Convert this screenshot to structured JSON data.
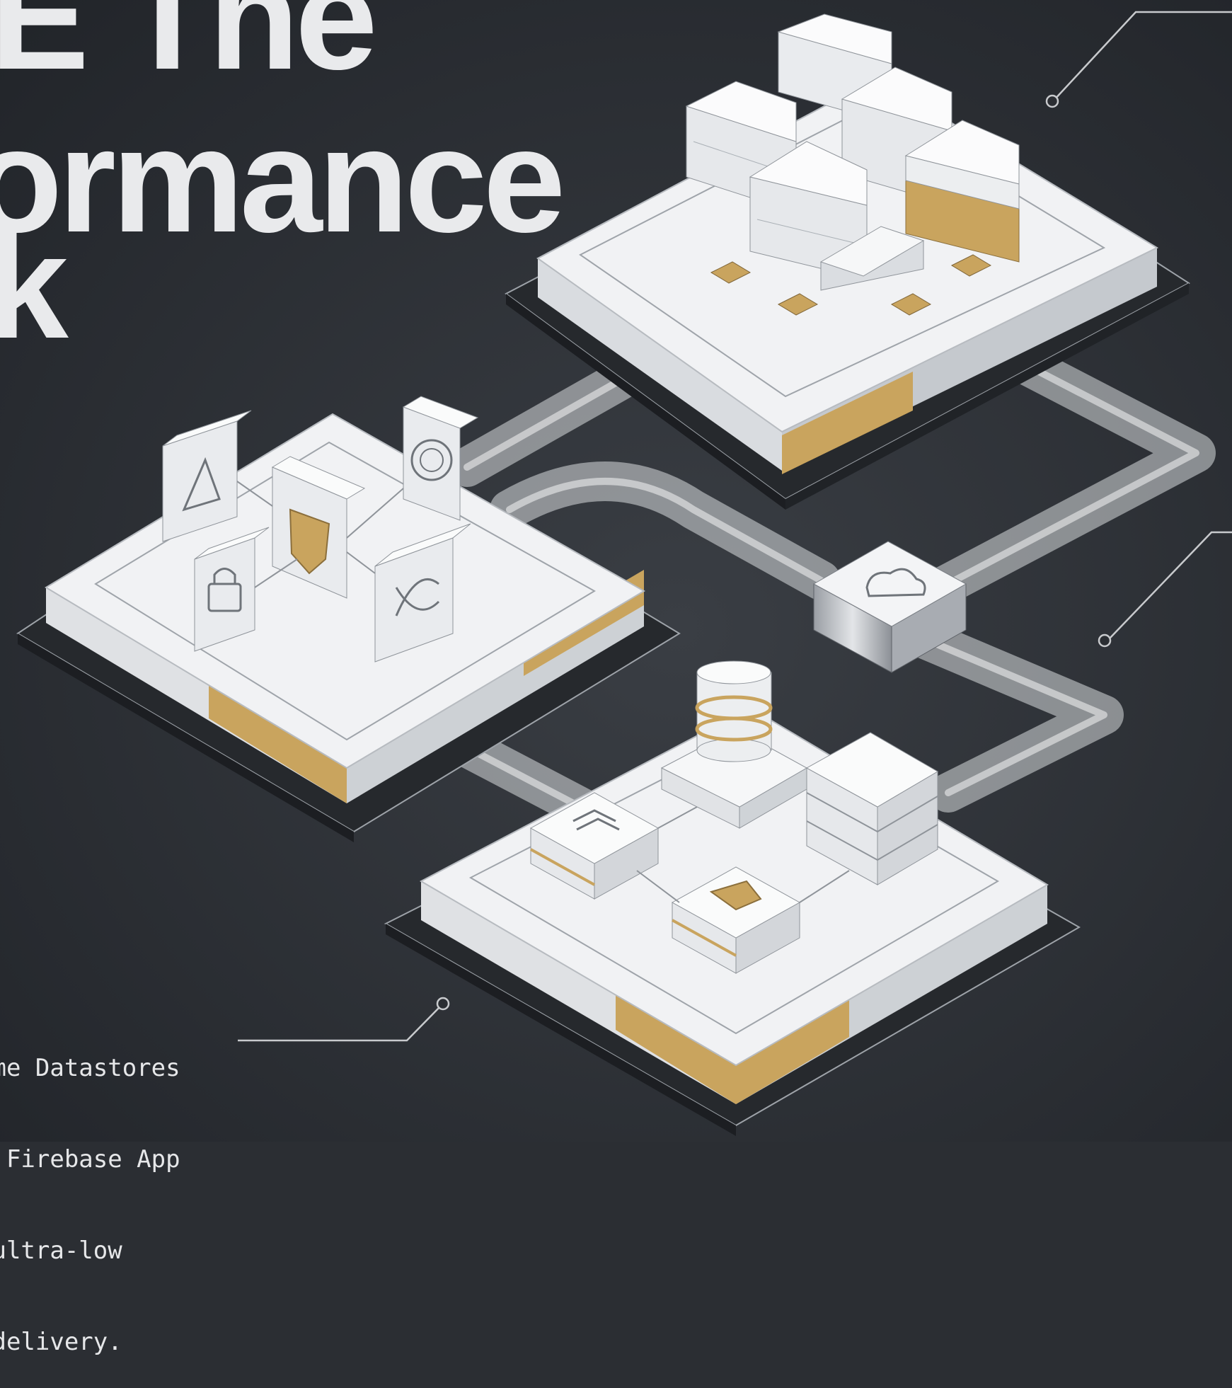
{
  "headline": {
    "line1": "E The",
    "line2": "ormance",
    "line3": "k"
  },
  "caption": {
    "lines": [
      "ime Datastores",
      "d Firebase App",
      " ultra-low",
      " delivery."
    ]
  },
  "colors": {
    "background": "#2b2e33",
    "platform": "#f1f2f4",
    "accent_gold": "#c9a45e",
    "callout_line": "#c8cacd",
    "text": "#e9eaec"
  },
  "icons": [
    "shield-icon",
    "lock-icon",
    "shuffle-icon",
    "fingerprint-icon",
    "cloud-lock-icon",
    "database-icon",
    "server-rack-icon",
    "storage-icon"
  ]
}
